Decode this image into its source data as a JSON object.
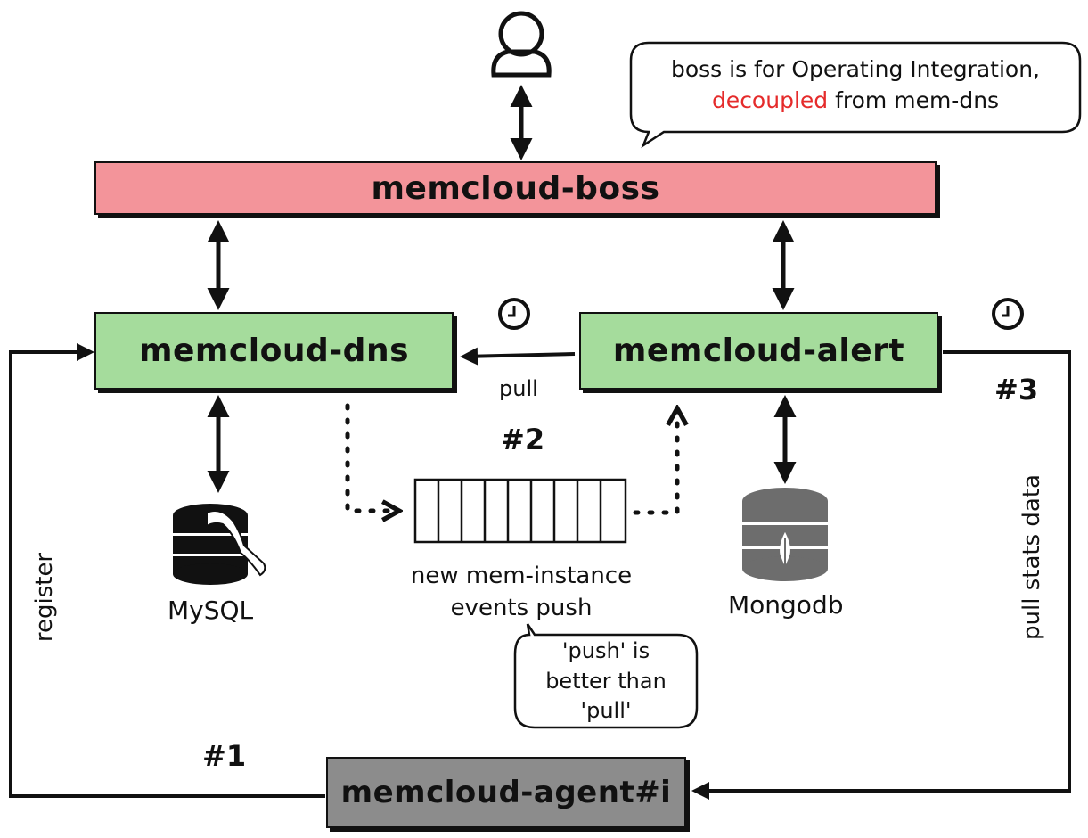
{
  "boxes": {
    "boss": {
      "label": "memcloud-boss",
      "color": "#f3949a"
    },
    "dns": {
      "label": "memcloud-dns",
      "color": "#a5dc9c"
    },
    "alert": {
      "label": "memcloud-alert",
      "color": "#a5dc9c"
    },
    "agent": {
      "label": "memcloud-agent#i",
      "color": "#8c8c8c"
    }
  },
  "note_boss": {
    "line1": "boss is for Operating Integration,",
    "highlight": "decoupled",
    "rest": " from mem-dns",
    "highlight_color": "#e52b2b"
  },
  "note_push": {
    "line1": "'push' is",
    "line2": "better than",
    "line3": "'pull'"
  },
  "labels": {
    "pull": "pull",
    "step1": "#1",
    "step2": "#2",
    "step3": "#3",
    "register": "register",
    "pull_stats": "pull stats data",
    "mysql": "MySQL",
    "mongodb": "Mongodb",
    "queue_line1": "new mem-instance",
    "queue_line2": "events push"
  },
  "icons": [
    "user-icon",
    "clock-icon",
    "mysql-icon",
    "mongodb-icon",
    "queue-icon"
  ]
}
